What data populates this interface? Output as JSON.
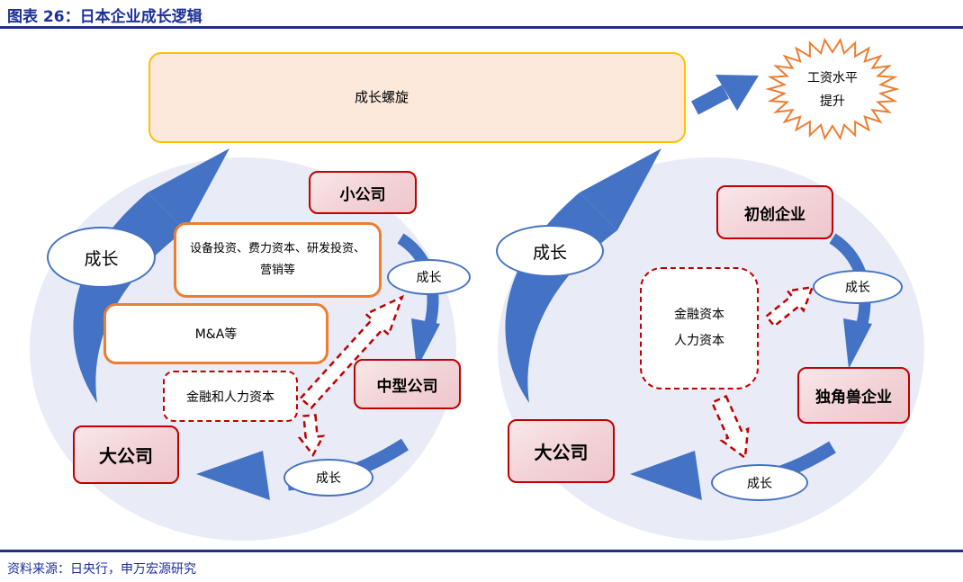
{
  "header": {
    "title": "图表 26：日本企业成长逻辑"
  },
  "footer": {
    "source": "资料来源：日央行，申万宏源研究"
  },
  "colors": {
    "title_blue": "#1c2f9a",
    "rule_navy": "#20307e",
    "arrow_blue": "#4472c4",
    "cycle_fill": "#e9ecf7",
    "pink_fill": "#f2d2d6",
    "red_accent": "#c00000",
    "orange_accent": "#ed7d31",
    "gold_border": "#ffc000",
    "banner_fill": "#fce9dc"
  },
  "top": {
    "spiral_label": "成长螺旋",
    "wage_line1": "工资水平",
    "wage_line2": "提升"
  },
  "left_cycle": {
    "small_co": "小公司",
    "invest_box": "设备投资、费力资本、研发投资、营销等",
    "ma_box": "M&A等",
    "capital_box": "金融和人力资本",
    "mid_co": "中型公司",
    "large_co": "大公司",
    "growth_left": "成长",
    "growth_right": "成长",
    "growth_bottom": "成长"
  },
  "right_cycle": {
    "startup": "初创企业",
    "capital_line1": "金融资本",
    "capital_line2": "人力资本",
    "unicorn": "独角兽企业",
    "large_co": "大公司",
    "growth_left": "成长",
    "growth_right": "成长",
    "growth_bottom": "成长"
  }
}
